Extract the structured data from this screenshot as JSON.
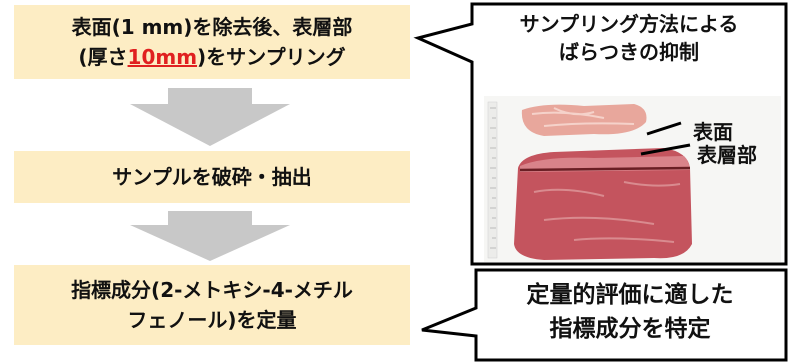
{
  "flow": {
    "step1": {
      "line1": "表面(1 mm)を除去後、表層部",
      "line2_pre": "(厚さ",
      "line2_red": "10mm",
      "line2_post": ")をサンプリング"
    },
    "step2": {
      "label": "サンプルを破砕・抽出"
    },
    "step3": {
      "line1": "指標成分(2-メトキシ-4-メチル",
      "line2": "フェノール)を定量"
    }
  },
  "callout_sampling": {
    "title_line1": "サンプリング方法による",
    "title_line2": "ばらつきの抑制",
    "photo_labels": {
      "surface": "表面",
      "surface_layer": "表層部"
    }
  },
  "callout_result": {
    "line1": "定量的評価に適した",
    "line2": "指標成分を特定"
  },
  "colors": {
    "step_fill": "#fdedc4",
    "arrow": "#c8c8c8",
    "highlight": "#e02020"
  }
}
